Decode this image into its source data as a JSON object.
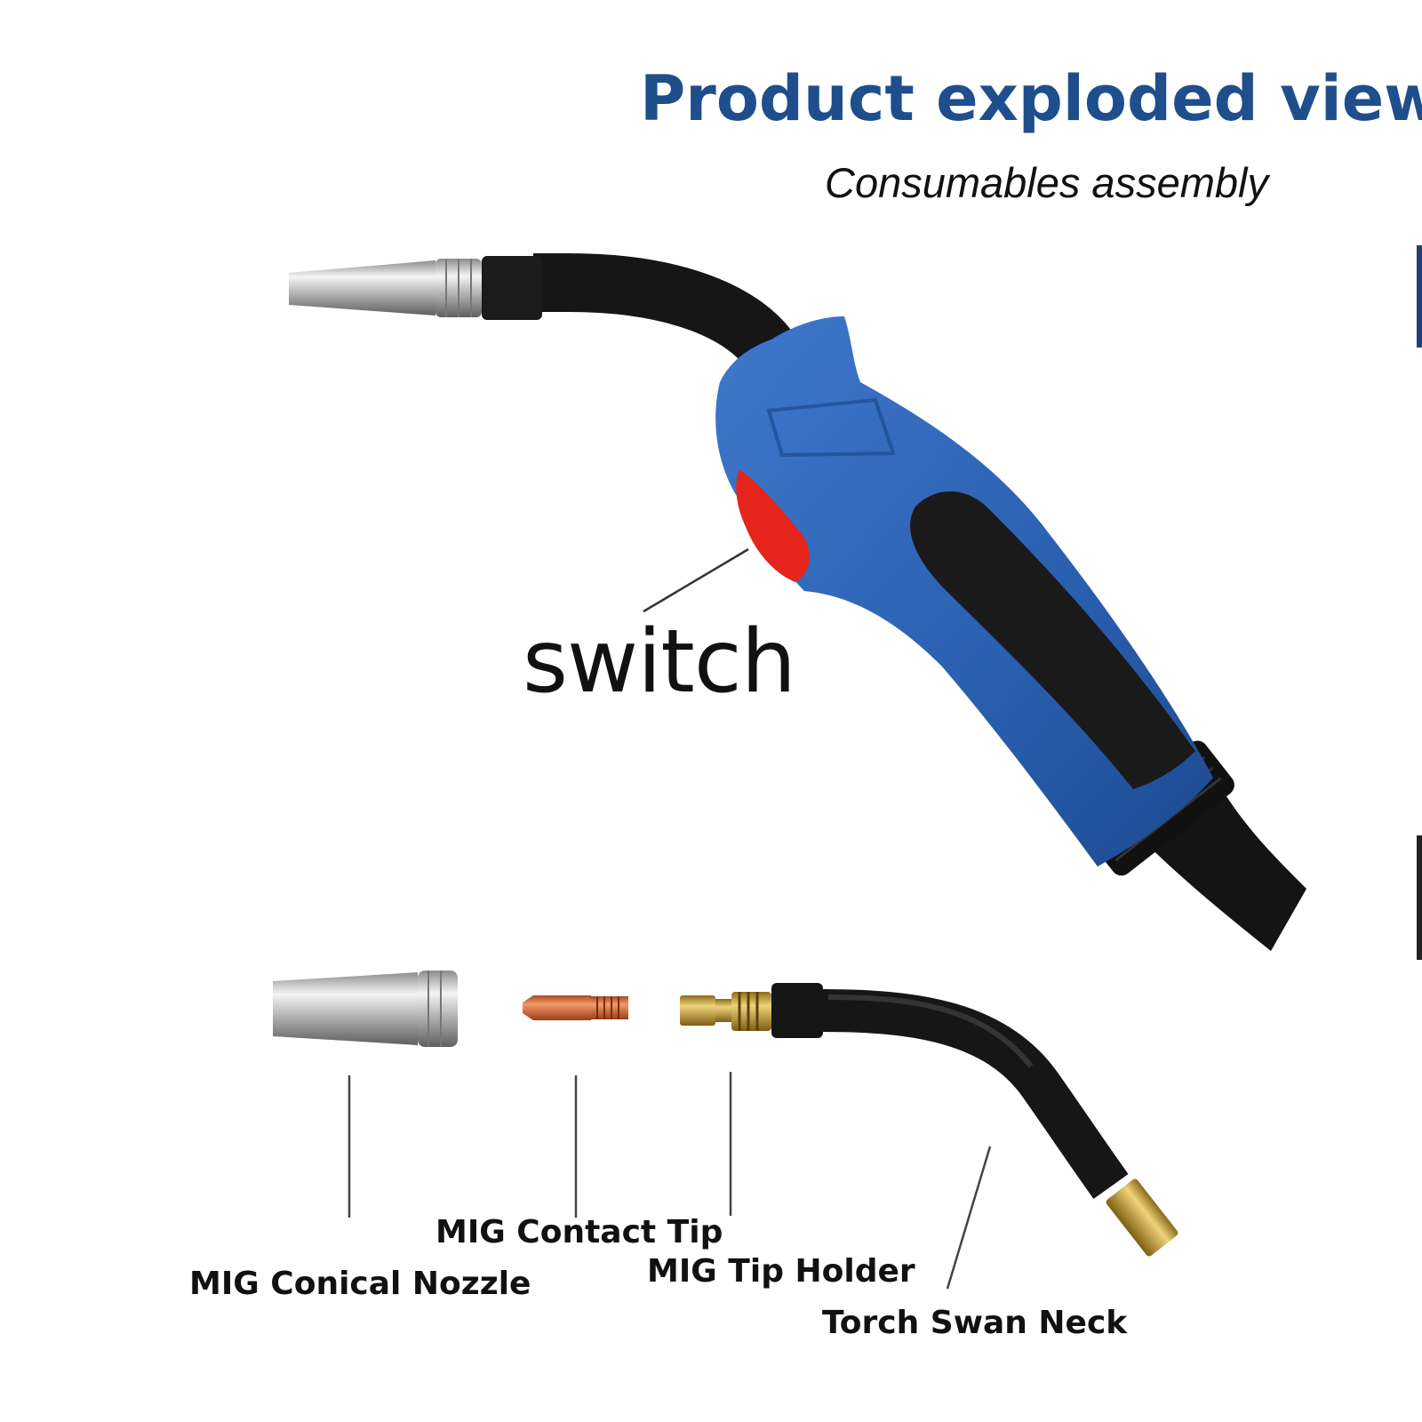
{
  "header": {
    "title": "Product exploded view",
    "subtitle": "Consumables assembly"
  },
  "callouts": {
    "switch": "switch"
  },
  "parts": [
    {
      "id": "nozzle",
      "label": "MIG Conical Nozzle"
    },
    {
      "id": "contact-tip",
      "label": "MIG Contact Tip"
    },
    {
      "id": "tip-holder",
      "label": "MIG Tip Holder"
    },
    {
      "id": "swan-neck",
      "label": "Torch Swan Neck"
    }
  ],
  "colors": {
    "title": "#1f4e8c",
    "handle_blue": "#2a5fb0",
    "trigger_red": "#e5241b",
    "grip_black": "#1a1a1a",
    "copper": "#d8733e",
    "brass": "#c9a23a"
  }
}
